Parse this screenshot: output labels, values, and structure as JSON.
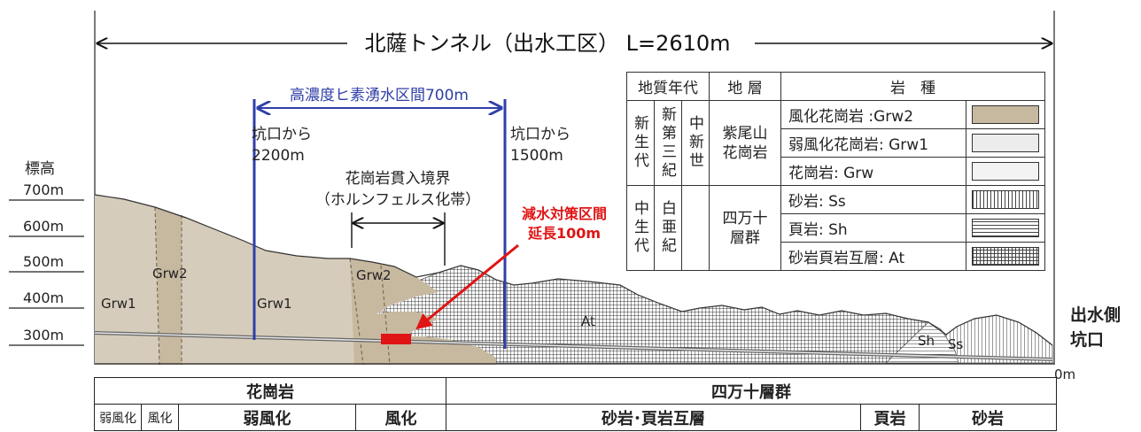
{
  "title": "北薩トンネル（出水工区） L=2610m",
  "elevation": {
    "label": "標高",
    "ticks": [
      "700m",
      "600m",
      "500m",
      "400m",
      "300m"
    ]
  },
  "zero_label": "0m",
  "exit_portal": "出水側\n坑口",
  "high_arsenic": {
    "label": "高濃度ヒ素湧水区間700m",
    "left_marker": "坑口から\n2200m",
    "right_marker": "坑口から\n1500m"
  },
  "intrusion_boundary": "花崗岩貫入境界\n（ホルンフェルス化帯）",
  "countermeasure": "減水対策区間\n延長100m",
  "section_labels": {
    "grw1_left": "Grw1",
    "grw2_left": "Grw2",
    "grw1_mid": "Grw1",
    "grw2_mid": "Grw2",
    "at": "At",
    "sh": "Sh",
    "ss": "Ss"
  },
  "legend": {
    "headers": {
      "era": "地質年代",
      "formation": "地 層",
      "rock": "岩　種"
    },
    "cenozoic": "新生代",
    "neogene": "新第三紀",
    "miocene": "中新世",
    "shibiyama": "紫尾山\n花崗岩",
    "mesozoic": "中生代",
    "cretaceous": "白亜紀",
    "shimanto": "四万十\n層群",
    "rocks": [
      {
        "name": "風化花崗岩 :Grw2",
        "color": "#c7b8a0"
      },
      {
        "name": "弱風化花崗岩: Grw1",
        "color": "#ececec"
      },
      {
        "name": "花崗岩: Grw",
        "color": "#f3f3f3"
      },
      {
        "name": "砂岩: Ss",
        "pattern": "vertical-lines"
      },
      {
        "name": "頁岩: Sh",
        "pattern": "horizontal-lines"
      },
      {
        "name": "砂岩頁岩互層: At",
        "pattern": "grid"
      }
    ]
  },
  "bottom_table": {
    "granite": "花崗岩",
    "shimanto": "四万十層群",
    "weak_weathered_1": "弱風化",
    "weathered_1": "風化",
    "weak_weathered_2": "弱風化",
    "weathered_2": "風化",
    "alternation": "砂岩･頁岩互層",
    "shale": "頁岩",
    "sandstone": "砂岩"
  },
  "colors": {
    "grw2": "#c7b8a0",
    "grw1": "#d6ccbb",
    "blue_marker": "#2f3fa7",
    "red_marker": "#e01414"
  }
}
